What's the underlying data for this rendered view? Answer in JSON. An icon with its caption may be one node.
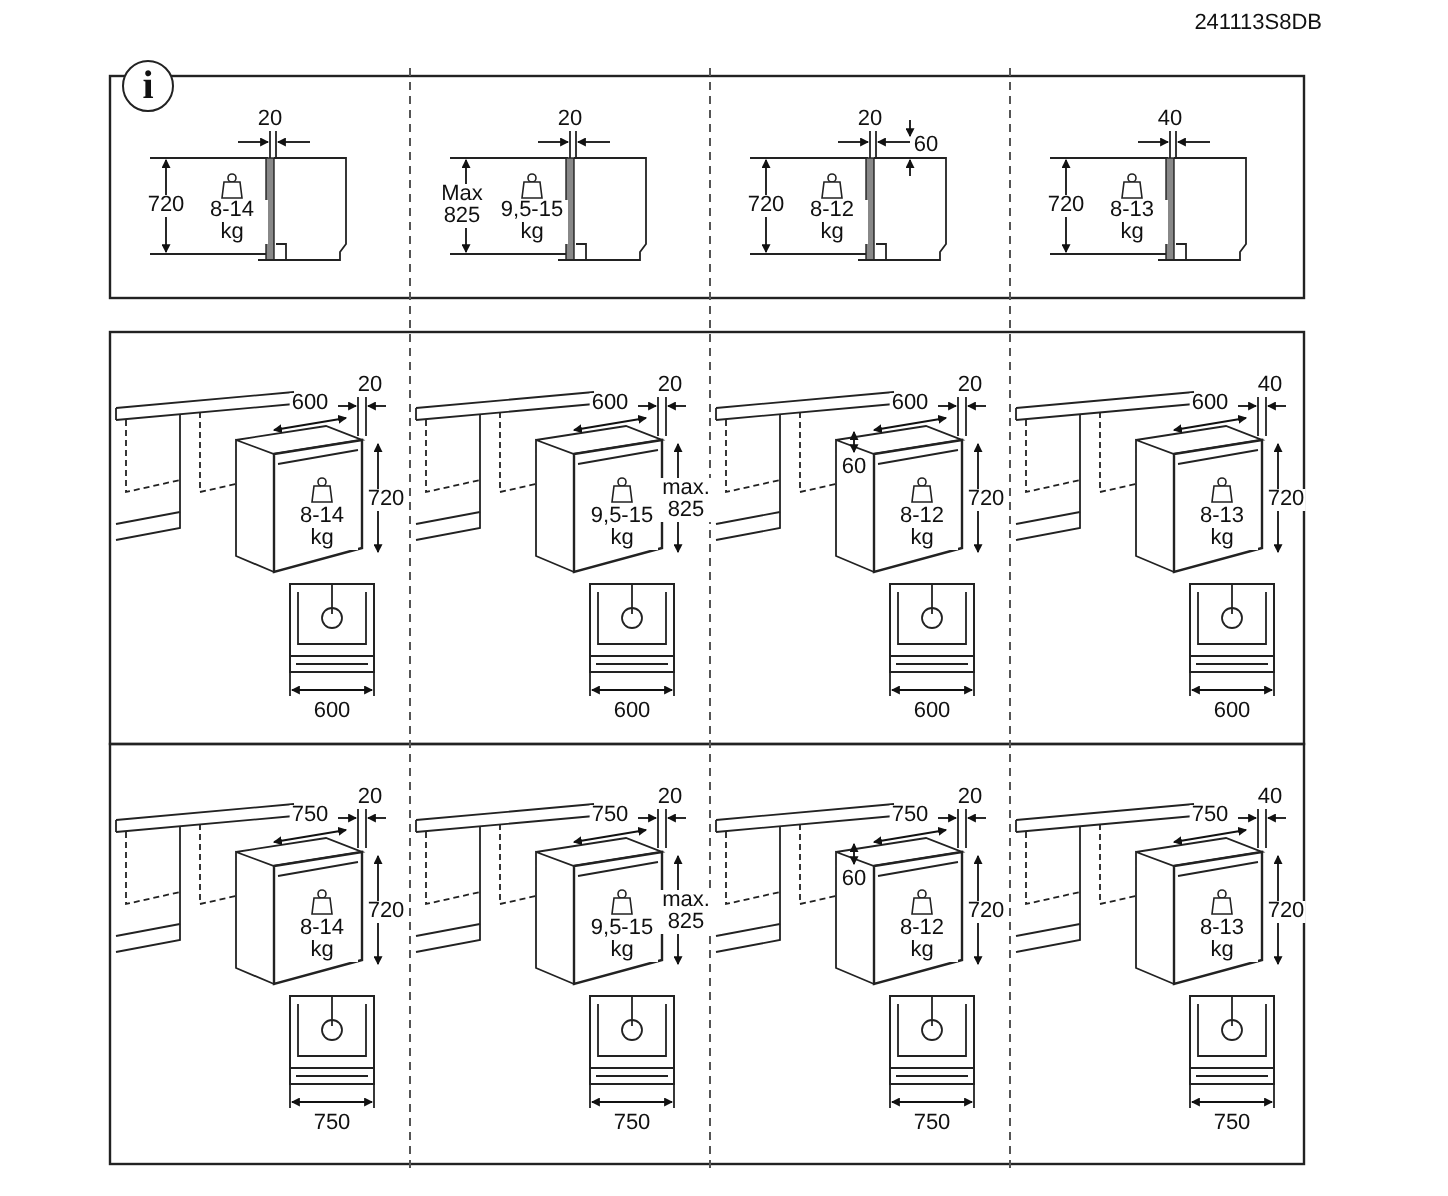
{
  "diagram": {
    "labels": [
      "241113S8DB",
      "i",
      "20",
      "720",
      "8-14 kg",
      "20",
      "Max 825",
      "9,5-15 kg",
      "20",
      "60",
      "720",
      "8-12 kg",
      "40",
      "720",
      "8-13 kg",
      "600",
      "20",
      "720",
      "8-14 kg",
      "600",
      "600",
      "20",
      "max. 825",
      "9,5-15 kg",
      "600",
      "600",
      "20",
      "60",
      "720",
      "8-12 kg",
      "600",
      "600",
      "40",
      "720",
      "8-13 kg",
      "600",
      "750",
      "20",
      "720",
      "8-14 kg",
      "750",
      "750",
      "20",
      "max. 825",
      "9,5-15 kg",
      "750",
      "750",
      "20",
      "60",
      "720",
      "8-12 kg",
      "750",
      "750",
      "40",
      "720",
      "8-13 kg",
      "750"
    ]
  }
}
